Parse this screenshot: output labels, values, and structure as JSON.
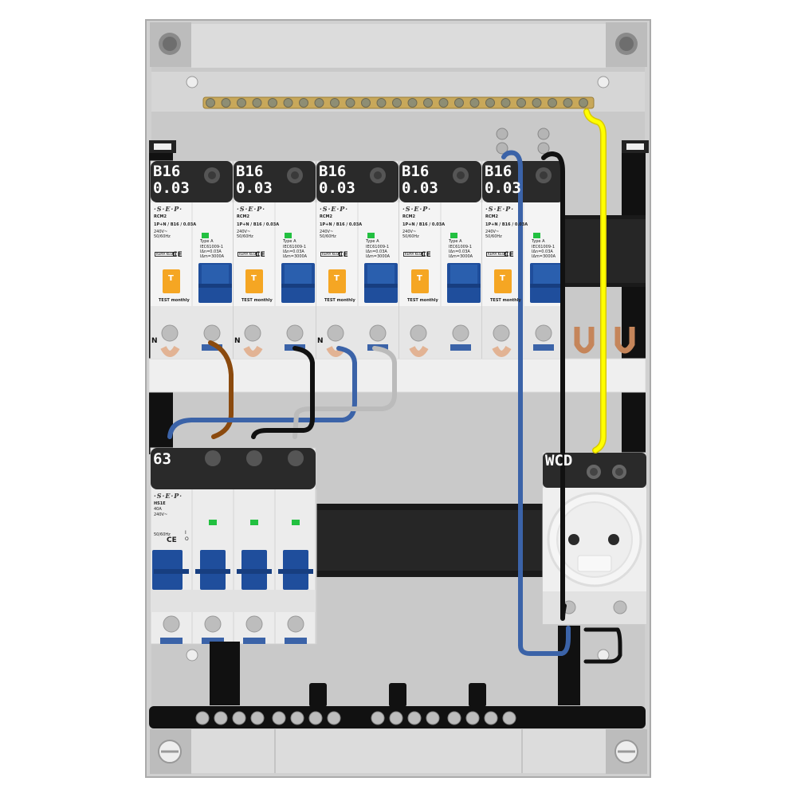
{
  "rcbo_modules": [
    {
      "rating": "B16",
      "sensitivity": "0.03",
      "brand": "·S·E·P·",
      "model": "RCM2",
      "spec": "1P+N / B16 / 0.03A",
      "voltage": "240V~\n50/60Hz",
      "type_label": "Type A",
      "standard": "IEC61009-1\nIΔn=0.03A\nIΔm=3000A",
      "test_label": "TEST monthly",
      "t_label": "T",
      "n_label": "N"
    },
    {
      "rating": "B16",
      "sensitivity": "0.03",
      "brand": "·S·E·P·",
      "model": "RCM2",
      "spec": "1P+N / B16 / 0.03A",
      "voltage": "240V~\n50/60Hz",
      "type_label": "Type A",
      "standard": "IEC61009-1\nIΔn=0.03A\nIΔm=3000A",
      "test_label": "TEST monthly",
      "t_label": "T",
      "n_label": "N"
    },
    {
      "rating": "B16",
      "sensitivity": "0.03",
      "brand": "·S·E·P·",
      "model": "RCM2",
      "spec": "1P+N / B16 / 0.03A",
      "voltage": "240V~\n50/60Hz",
      "type_label": "Type A",
      "standard": "IEC61009-1\nIΔn=0.03A\nIΔm=3000A",
      "test_label": "TEST monthly",
      "t_label": "T",
      "n_label": "N"
    },
    {
      "rating": "B16",
      "sensitivity": "0.03",
      "brand": "·S·E·P·",
      "model": "RCM2",
      "spec": "1P+N / B16 / 0.03A",
      "voltage": "240V~\n50/60Hz",
      "type_label": "Type A",
      "standard": "IEC61009-1\nIΔn=0.03A\nIΔm=3000A",
      "test_label": "TEST monthly",
      "t_label": "T",
      "n_label": ""
    },
    {
      "rating": "B16",
      "sensitivity": "0.03",
      "brand": "·S·E·P·",
      "model": "RCM2",
      "spec": "1P+N / B16 / 0.03A",
      "voltage": "240V~\n50/60Hz",
      "type_label": "Type A",
      "standard": "IEC61009-1\nIΔn=0.03A\nIΔm=3000A",
      "test_label": "TEST monthly",
      "t_label": "T",
      "n_label": ""
    }
  ],
  "main_switch": {
    "rating": "63",
    "brand": "·S·E·P·",
    "model": "HS1E",
    "current": "40A",
    "spec": "240V~",
    "freq": "50/60Hz",
    "positions": "I\nO"
  },
  "socket_module": {
    "label": "WCD"
  },
  "kema_label": "KEMA\nKEUR",
  "ce_label": "CE",
  "colors": {
    "brown": "#8B4A0E",
    "blue": "#3B63A8",
    "black": "#111111",
    "grey": "#BBBBBB",
    "yellow": "#FFFF00",
    "busbar": "#C8A85A",
    "toggle_blue": "#1F4E9C",
    "test_orange": "#F5A623"
  }
}
